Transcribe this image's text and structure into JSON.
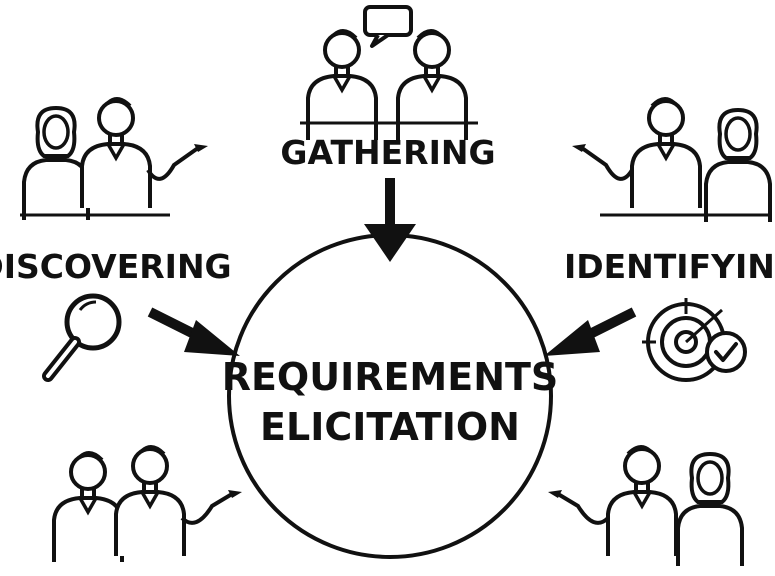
{
  "labels": {
    "gathering": "GATHERING",
    "discovering": "DISCOVERING",
    "identifying": "IDENTIFYING"
  },
  "center": {
    "line1": "REQUIREMENTS",
    "line2": "ELICITATION"
  },
  "icons": {
    "gathering": "speech-bubble-icon",
    "discovering": "magnifying-glass-icon",
    "identifying": "target-check-icon"
  },
  "colors": {
    "ink": "#111111",
    "background": "#ffffff"
  }
}
